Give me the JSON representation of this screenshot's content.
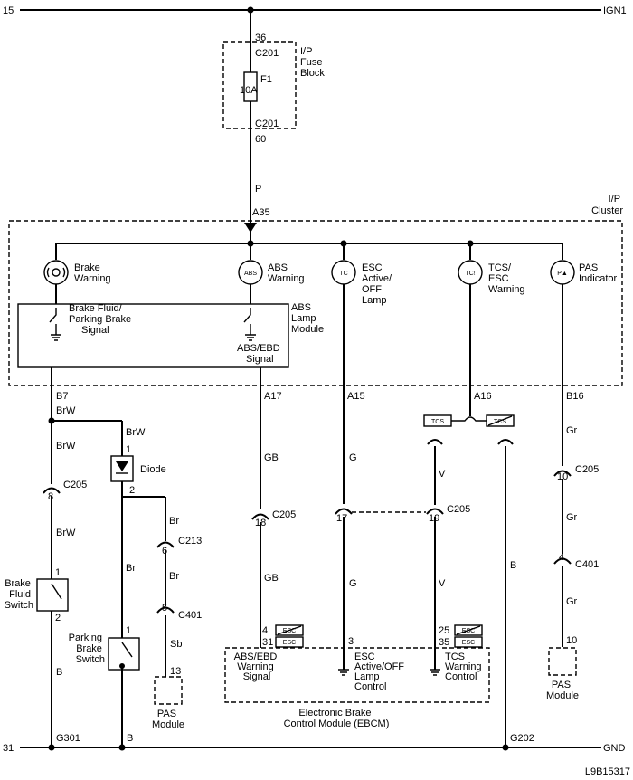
{
  "power": {
    "left_num": "15",
    "right_label": "IGN1"
  },
  "ground": {
    "left_num": "31",
    "right_label": "GND"
  },
  "fuse": {
    "pin_top": "36",
    "conn_top": "C201",
    "name": "F1",
    "rating": "10A",
    "conn_bottom": "C201",
    "pin_bottom": "60",
    "block_label": [
      "I/P",
      "Fuse",
      "Block"
    ]
  },
  "wire_p": "P",
  "cluster": {
    "label": [
      "I/P",
      "Cluster"
    ],
    "pin": "A35",
    "brake_warning": [
      "Brake",
      "Warning"
    ],
    "abs_warning": [
      "ABS",
      "Warning"
    ],
    "esc_lamp": [
      "ESC",
      "Active/",
      "OFF",
      "Lamp"
    ],
    "tcs_warning": [
      "TCS/",
      "ESC",
      "Warning"
    ],
    "pas_indicator": [
      "PAS",
      "Indicator"
    ],
    "lamp_module_label": [
      "ABS",
      "Lamp",
      "Module"
    ],
    "brake_fluid_signal": [
      "Brake Fluid/",
      "Parking Brake",
      "Signal"
    ],
    "abs_ebd_signal": [
      "ABS/EBD",
      "Signal"
    ]
  },
  "pins": {
    "b7": "B7",
    "a17": "A17",
    "a15": "A15",
    "a16": "A16",
    "b16": "B16"
  },
  "wires": {
    "brw": "BrW",
    "br": "Br",
    "b": "B",
    "sb": "Sb",
    "gb": "GB",
    "g": "G",
    "v": "V",
    "gr": "Gr"
  },
  "connectors": {
    "c205": "C205",
    "c213": "C213",
    "c401": "C401",
    "n8": "8",
    "n6": "6",
    "n5": "5",
    "n13": "13",
    "n18": "18",
    "n17": "17",
    "n19": "19",
    "n10_gr": "10",
    "n4_gr": "4",
    "n10_pas": "10"
  },
  "diode": {
    "label": "Diode",
    "pin1": "1",
    "pin2": "2"
  },
  "brake_fluid_switch": {
    "label": [
      "Brake",
      "Fluid",
      "Switch"
    ],
    "pin1": "1",
    "pin2": "2"
  },
  "parking_brake_switch": {
    "label": [
      "Parking",
      "Brake",
      "Switch"
    ],
    "pin1": "1"
  },
  "pas_module": [
    "PAS",
    "Module"
  ],
  "ebcm": {
    "label": [
      "Electronic Brake",
      "Control Module (EBCM)"
    ],
    "abs_ebd": [
      "ABS/EBD",
      "Warning",
      "Signal"
    ],
    "esc_control": [
      "ESC",
      "Active/OFF",
      "Lamp",
      "Control"
    ],
    "tcs_control": [
      "TCS",
      "Warning",
      "Control"
    ],
    "pin4": "4",
    "pin31": "31",
    "pin3": "3",
    "pin25": "25",
    "pin35": "35"
  },
  "option_tags": {
    "tcs": "TCS",
    "esc": "ESC"
  },
  "grounds": {
    "g301": "G301",
    "g202": "G202",
    "b": "B"
  },
  "drawing_id": "L9B15317"
}
